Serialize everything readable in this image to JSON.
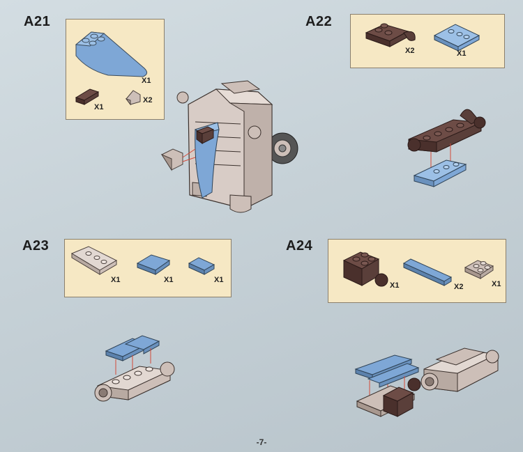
{
  "steps": [
    {
      "id": "A21",
      "parts": [
        {
          "piece": "blue-curved-slope",
          "qty": "X1"
        },
        {
          "piece": "brown-tile-1x2",
          "qty": "X1"
        },
        {
          "piece": "tan-slope-1x1",
          "qty": "X2"
        }
      ]
    },
    {
      "id": "A22",
      "parts": [
        {
          "piece": "brown-plate-with-clips",
          "qty": "X2"
        },
        {
          "piece": "blue-wedge-plate",
          "qty": "X1"
        }
      ]
    },
    {
      "id": "A23",
      "parts": [
        {
          "piece": "tan-wedge-plate",
          "qty": "X1"
        },
        {
          "piece": "blue-tile-2x2",
          "qty": "X1"
        },
        {
          "piece": "blue-tile-1x2",
          "qty": "X1"
        }
      ]
    },
    {
      "id": "A24",
      "parts": [
        {
          "piece": "brown-brick-with-ball",
          "qty": "X1"
        },
        {
          "piece": "blue-tile-1x4",
          "qty": "X2"
        },
        {
          "piece": "tan-plate-2x2",
          "qty": "X1"
        }
      ]
    }
  ],
  "page_number": "-7-",
  "colors": {
    "parts_box": "#f6e8c4",
    "blue": "#7ea7d6",
    "brown": "#5a3f3a",
    "tan": "#cdbfb8"
  }
}
